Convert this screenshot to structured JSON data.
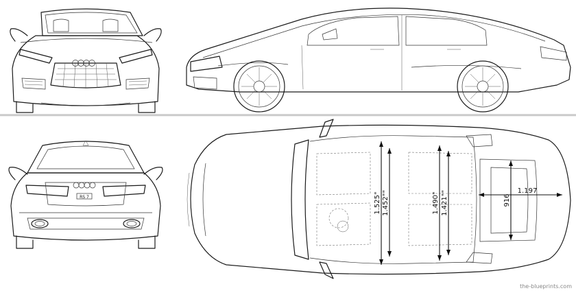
{
  "dimensions": {
    "elbow_room_front": "1.525\"",
    "shoulder_room_front": "1.452\"\"",
    "elbow_room_rear": "1.490\"",
    "shoulder_room_rear": "1.421\"\"",
    "sunroof_width": "916",
    "sunroof_length": "1.197"
  },
  "watermark": "the-blueprints.com",
  "badge": "RS 7"
}
